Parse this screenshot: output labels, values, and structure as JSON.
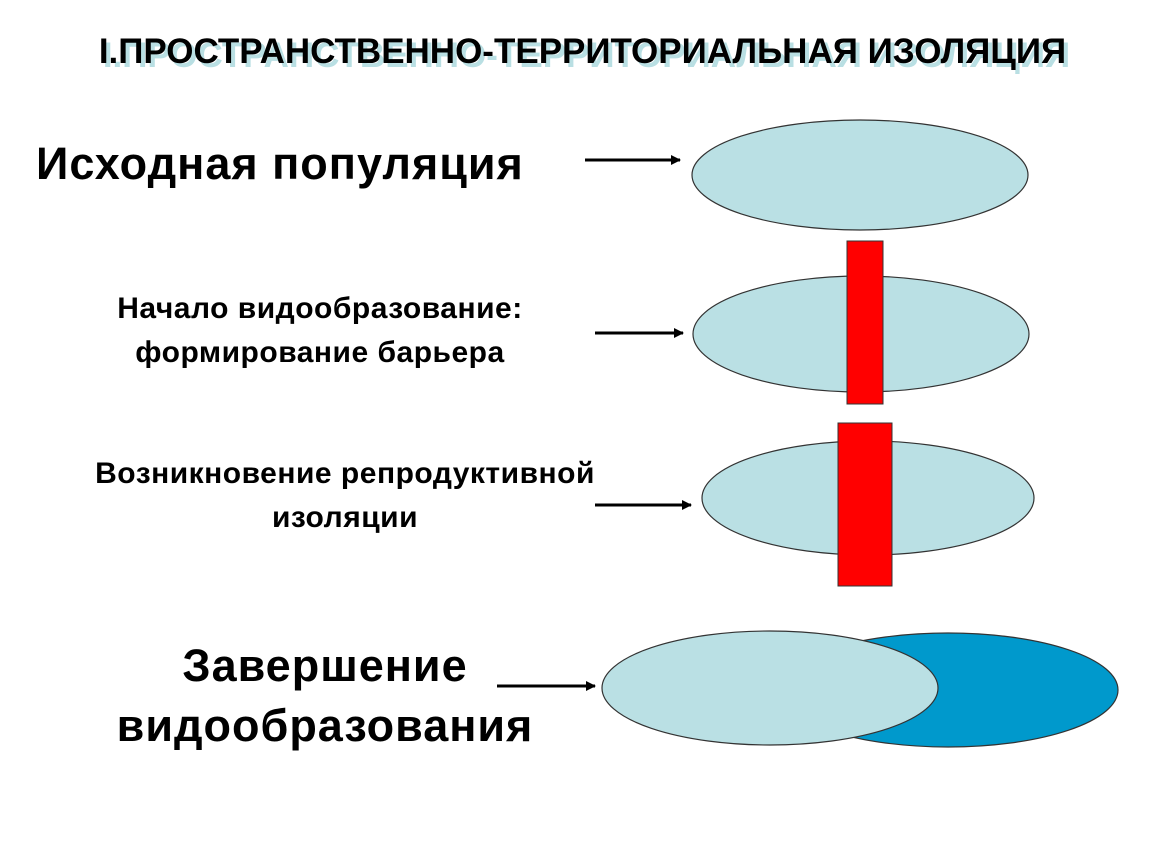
{
  "title": "I.ПРОСТРАНСТВЕННО-ТЕРРИТОРИАЛЬНАЯ ИЗОЛЯЦИЯ",
  "stages": [
    {
      "lines": [
        "Исходная популяция"
      ]
    },
    {
      "lines": [
        "Начало видообразование:",
        "формирование барьера"
      ]
    },
    {
      "lines": [
        "Возникновение репродуктивной",
        "изоляции"
      ]
    },
    {
      "lines": [
        "Завершение",
        "видообразования"
      ]
    }
  ],
  "colors": {
    "population": "#bae0e4",
    "new_species": "#0099cc",
    "barrier": "#ff0000",
    "title_shadow": "#b9dfe3"
  }
}
